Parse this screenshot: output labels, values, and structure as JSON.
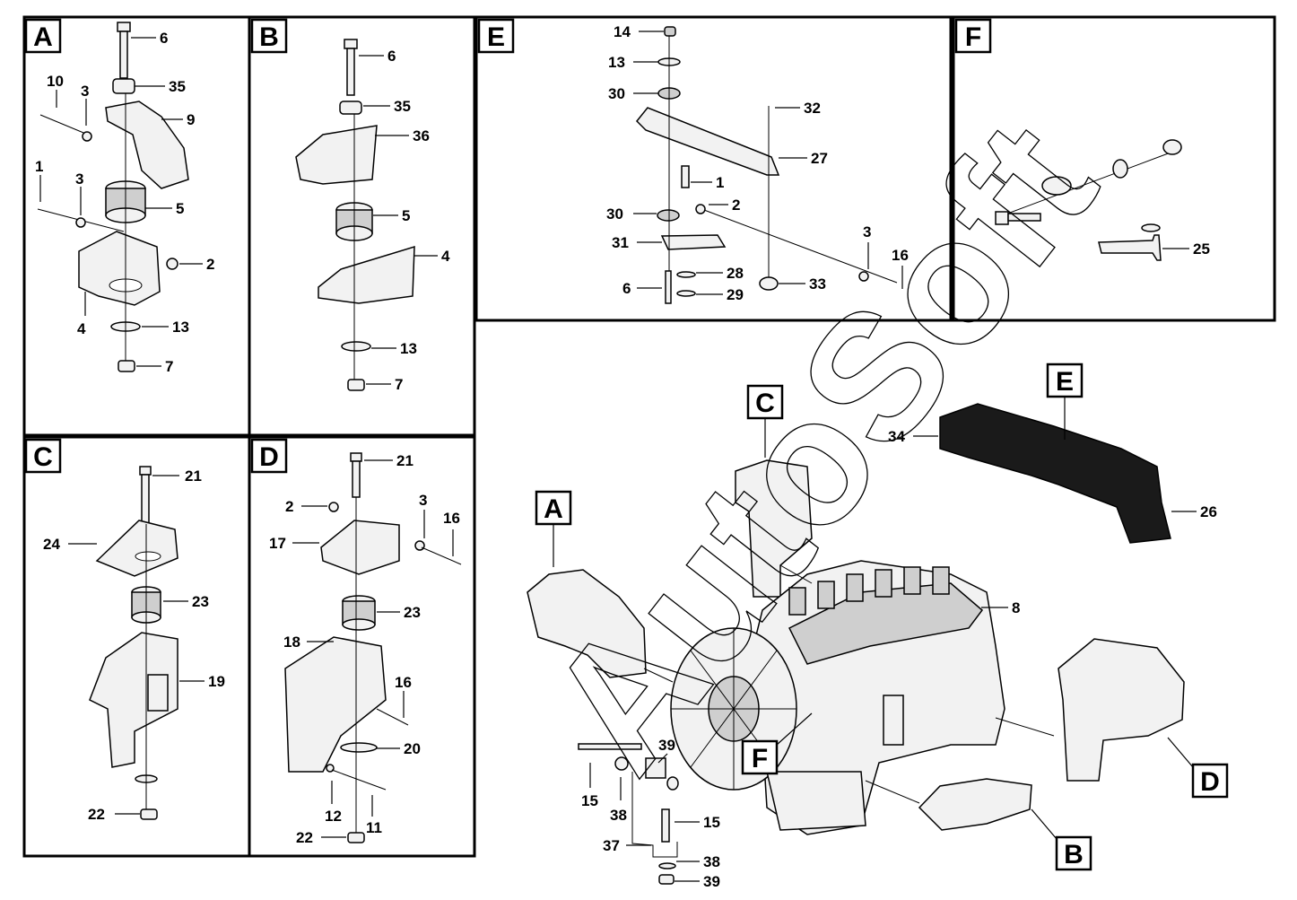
{
  "panels": [
    {
      "id": "A",
      "label": "A",
      "callouts": [
        "6",
        "35",
        "10",
        "3",
        "9",
        "1",
        "3",
        "5",
        "2",
        "4",
        "13",
        "7"
      ]
    },
    {
      "id": "B",
      "label": "B",
      "callouts": [
        "6",
        "35",
        "36",
        "5",
        "4",
        "13",
        "7"
      ]
    },
    {
      "id": "E",
      "label": "E",
      "callouts": [
        "14",
        "13",
        "30",
        "32",
        "27",
        "1",
        "2",
        "30",
        "31",
        "3",
        "16",
        "28",
        "6",
        "29",
        "33"
      ]
    },
    {
      "id": "F",
      "label": "F",
      "callouts": [
        "25"
      ]
    },
    {
      "id": "C",
      "label": "C",
      "callouts": [
        "21",
        "24",
        "23",
        "19",
        "22"
      ]
    },
    {
      "id": "D",
      "label": "D",
      "callouts": [
        "21",
        "2",
        "3",
        "16",
        "17",
        "23",
        "18",
        "16",
        "20",
        "12",
        "11",
        "22"
      ]
    }
  ],
  "main_view": {
    "pointers": [
      "A",
      "C",
      "E",
      "F",
      "D",
      "B"
    ],
    "callouts": [
      "34",
      "26",
      "8",
      "39",
      "15",
      "38",
      "15",
      "37",
      "38",
      "39"
    ]
  },
  "watermark": "AutoSoft"
}
